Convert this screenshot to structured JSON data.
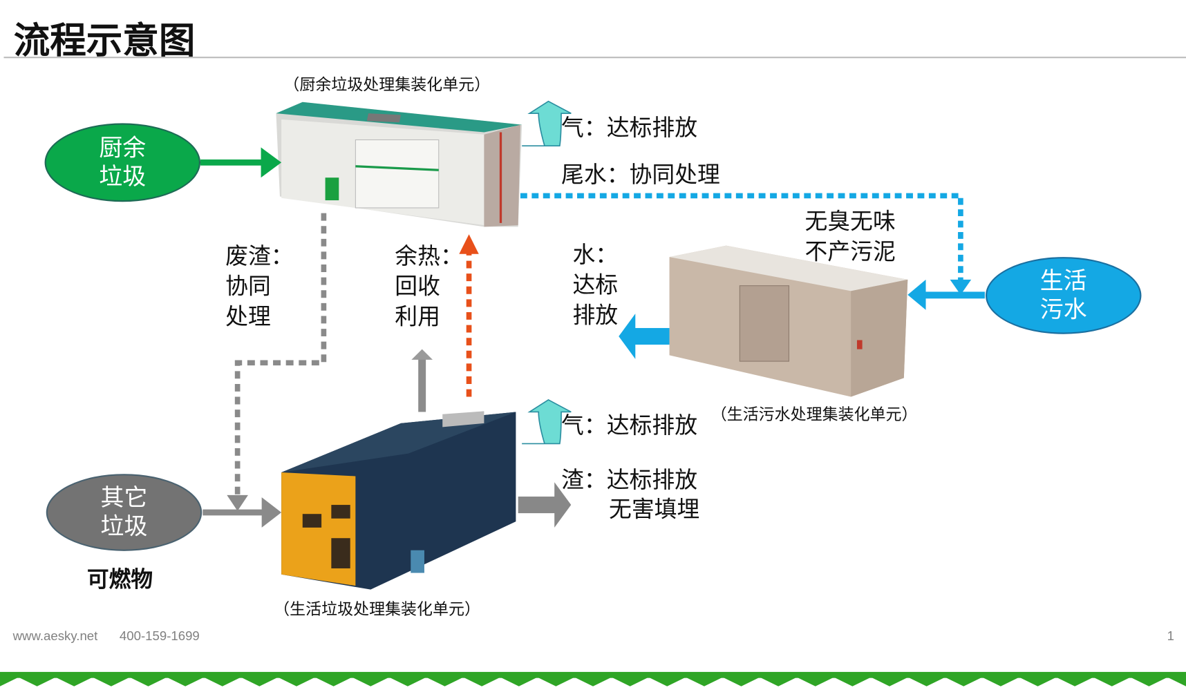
{
  "title": "流程示意图",
  "units": {
    "kitchen": {
      "caption": "（厨余垃圾处理集装化单元）"
    },
    "sewage": {
      "caption": "（生活污水处理集装化单元）"
    },
    "domestic": {
      "caption": "（生活垃圾处理集装化单元）"
    }
  },
  "inputs": {
    "kitchen_waste": [
      "厨余",
      "垃圾"
    ],
    "sewage": [
      "生活",
      "污水"
    ],
    "other_waste": [
      "其它",
      "垃圾"
    ],
    "other_waste_note": "可燃物"
  },
  "labels": {
    "kitchen_gas": "气：达标排放",
    "tail_water": "尾水：协同处理",
    "no_odor": [
      "无臭无味",
      "不产污泥"
    ],
    "water": [
      "水：",
      "达标",
      "排放"
    ],
    "residue": [
      "废渣：",
      "协同",
      "处理"
    ],
    "heat": [
      "余热：",
      "回收",
      "利用"
    ],
    "domestic_gas": "气：达标排放",
    "slag": [
      "渣：达标排放",
      "无害填埋"
    ]
  },
  "footer": {
    "website": "www.aesky.net",
    "phone": "400-159-1699",
    "page": "1"
  },
  "colors": {
    "green": "#0aa84a",
    "blue": "#14a8e4",
    "grey": "#737373",
    "orange": "#e8501a",
    "teal": "#6ddcd4",
    "footer_green": "#2fa526"
  }
}
